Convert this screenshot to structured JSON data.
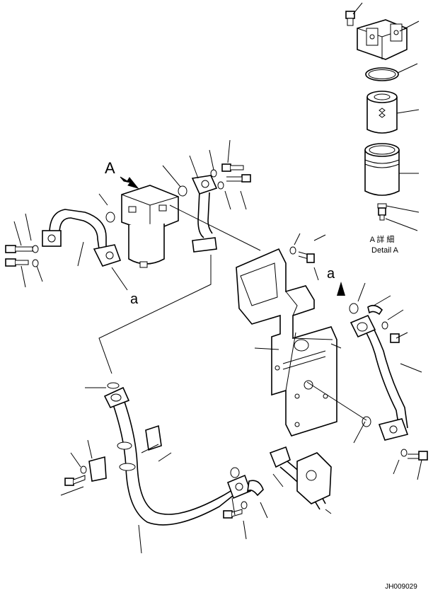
{
  "view_label": "A",
  "ref_label_1": "a",
  "ref_label_2": "a",
  "detail_caption_jp": "A 詳 細",
  "detail_caption_en": "Detail A",
  "drawing_number": "JH009029"
}
